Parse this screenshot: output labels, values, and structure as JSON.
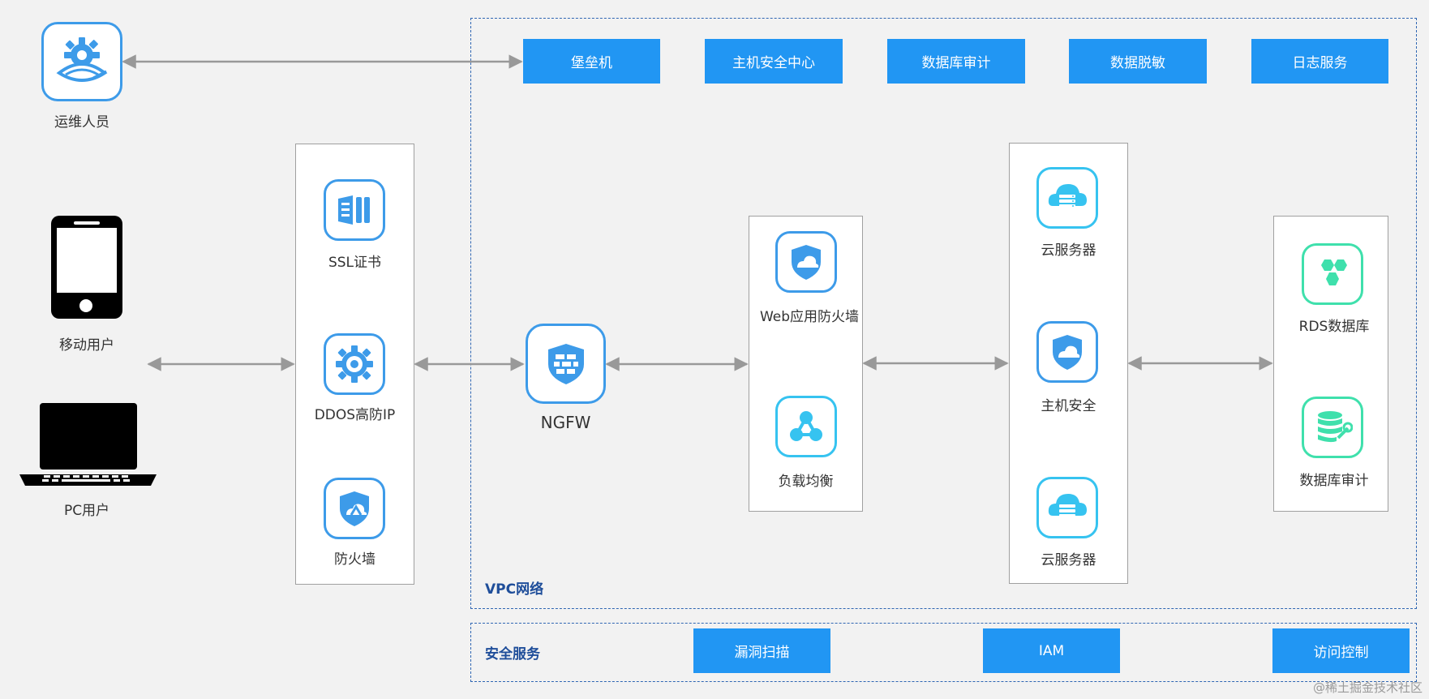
{
  "users": {
    "ops": "运维人员",
    "mobile": "移动用户",
    "pc": "PC用户"
  },
  "edge": {
    "ssl": "SSL证书",
    "ddos": "DDOS高防IP",
    "firewall": "防火墙"
  },
  "ngfw": "NGFW",
  "app_layer": {
    "waf": "Web应用防火墙",
    "lb": "负载均衡"
  },
  "hosts": {
    "server1": "云服务器",
    "host_security": "主机安全",
    "server2": "云服务器"
  },
  "data_layer": {
    "rds": "RDS数据库",
    "db_audit": "数据库审计"
  },
  "vpc": {
    "label": "VPC网络",
    "services": [
      "堡垒机",
      "主机安全中心",
      "数据库审计",
      "数据脱敏",
      "日志服务"
    ]
  },
  "security": {
    "label": "安全服务",
    "services": [
      "漏洞扫描",
      "IAM",
      "访问控制"
    ]
  },
  "watermark": "@稀土掘金技术社区",
  "colors": {
    "service_blue": "#2196f3",
    "icon_blue": "#3d9be9",
    "icon_cyan": "#36c3f0",
    "icon_green": "#3fe0ac",
    "zone_border": "#2f66b3",
    "arrow": "#999999"
  }
}
